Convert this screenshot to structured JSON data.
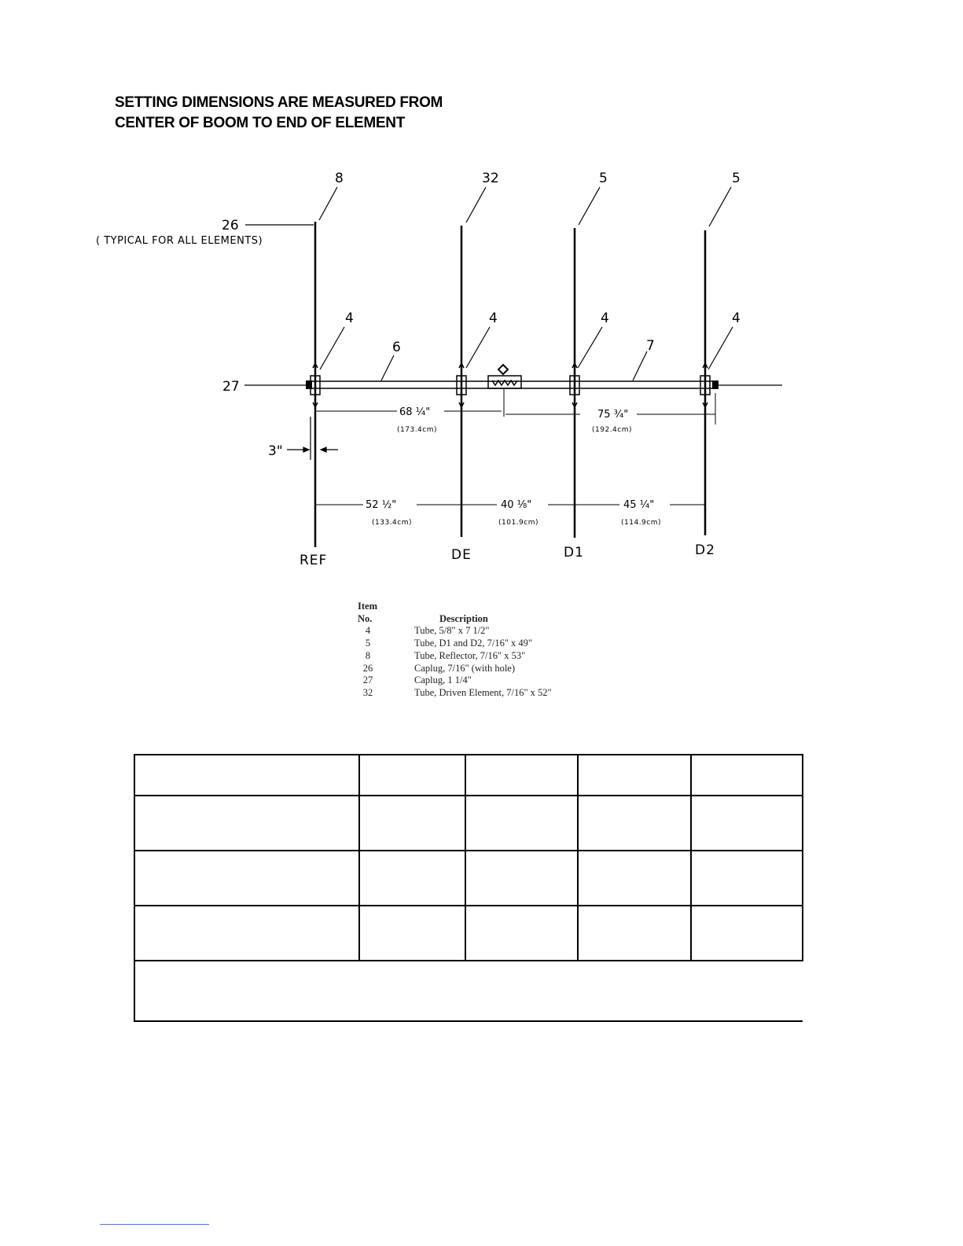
{
  "heading": {
    "line1": "SETTING DIMENSIONS ARE MEASURED FROM",
    "line2": "CENTER OF BOOM TO END OF ELEMENT"
  },
  "diagram": {
    "callouts": {
      "c8": "8",
      "c32": "32",
      "c5a": "5",
      "c5b": "5",
      "c26": "26",
      "typical": "( TYPICAL  FOR  ALL  ELEMENTS)",
      "c4a": "4",
      "c4b": "4",
      "c4c": "4",
      "c4d": "4",
      "c6": "6",
      "c7": "7",
      "c27": "27",
      "c3": "3\""
    },
    "dimensions": {
      "boom_left": "68 ¼\"",
      "boom_left_cm": "(173.4cm)",
      "boom_right": "75 ¾\"",
      "boom_right_cm": "(192.4cm)",
      "ref_de": "52 ½\"",
      "ref_de_cm": "(133.4cm)",
      "de_d1": "40 ⅛\"",
      "de_d1_cm": "(101.9cm)",
      "d1_d2": "45 ¼\"",
      "d1_d2_cm": "(114.9cm)"
    },
    "elements": {
      "ref": "REF",
      "de": "DE",
      "d1": "D1",
      "d2": "D2"
    }
  },
  "parts_list": {
    "header_item": "Item",
    "header_no": "No.",
    "header_desc": "Description",
    "items": [
      {
        "no": "4",
        "desc": "Tube, 5/8\" x 7 1/2\""
      },
      {
        "no": "5",
        "desc": "Tube, D1 and  D2, 7/16\" x 49\""
      },
      {
        "no": "8",
        "desc": "Tube, Reflector, 7/16\" x 53\""
      },
      {
        "no": "26",
        "desc": "Caplug, 7/16\" (with hole)"
      },
      {
        "no": "27",
        "desc": "Caplug, 1 1/4\""
      },
      {
        "no": "32",
        "desc": "Tube, Driven Element, 7/16\" x 52\""
      }
    ]
  }
}
